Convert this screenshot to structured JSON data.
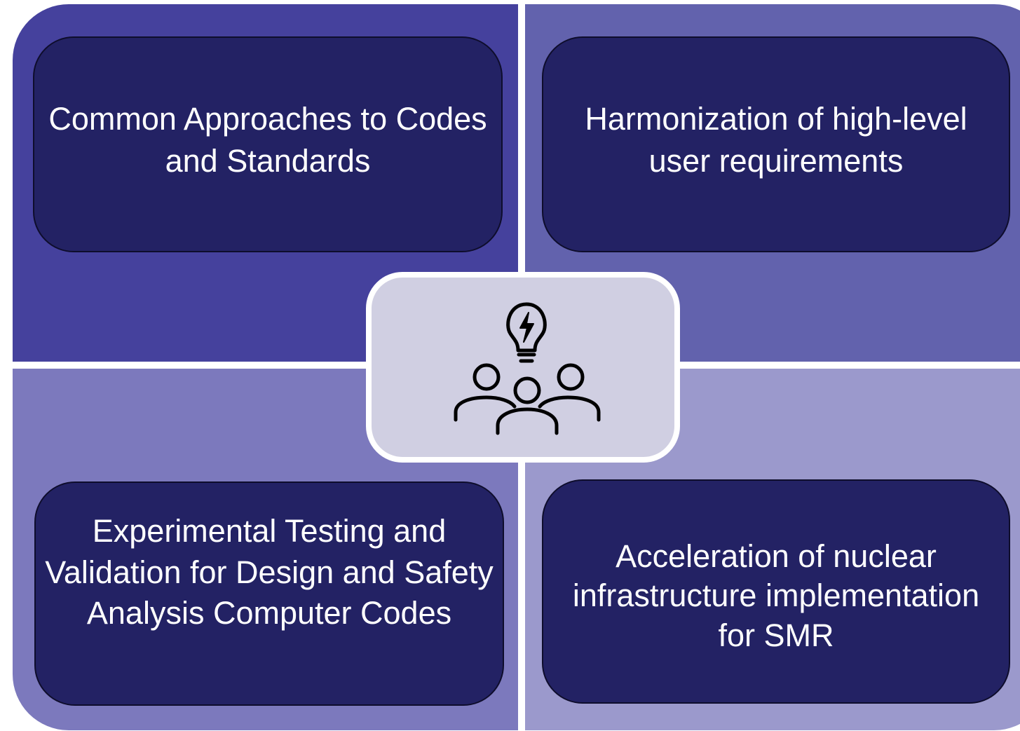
{
  "quadrants": {
    "top_left": {
      "label": "Common Approaches to Codes and Standards",
      "color": "#45419d"
    },
    "top_right": {
      "label": "Harmonization of high-level user requirements",
      "color": "#6262ad"
    },
    "bottom_left": {
      "label": "Experimental Testing and Validation for Design and Safety Analysis Computer Codes",
      "color": "#7c79bd"
    },
    "bottom_right": {
      "label": "Acceleration of nuclear infrastructure implementation for SMR",
      "color": "#9b99cc"
    }
  },
  "box_color": "#232264",
  "center": {
    "icon": "team-lightbulb-idea-icon",
    "background": "#d0cfe2"
  }
}
